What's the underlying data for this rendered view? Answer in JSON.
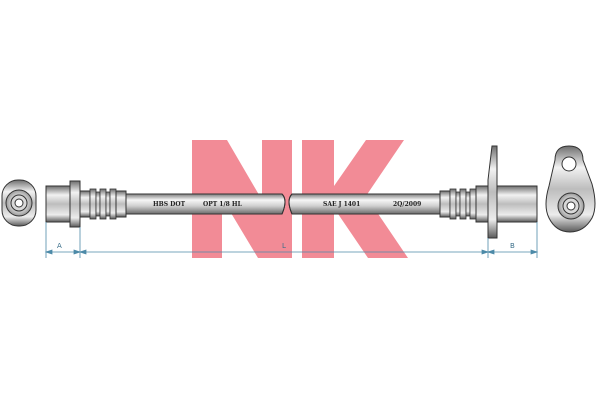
{
  "logo": {
    "text": "NK",
    "color": "#f28b96"
  },
  "hose_markings": [
    "HBS DOT",
    "OPT 1/8 HL",
    "SAE J 1401",
    "2Q/2009"
  ],
  "dimensions": {
    "left_end": "A",
    "length": "L",
    "right_end": "B"
  },
  "colors": {
    "dimension_line": "#4d8aa8",
    "metal_light": "#e8e8e8",
    "metal_dark": "#7a7a7a",
    "outline": "#333333"
  }
}
